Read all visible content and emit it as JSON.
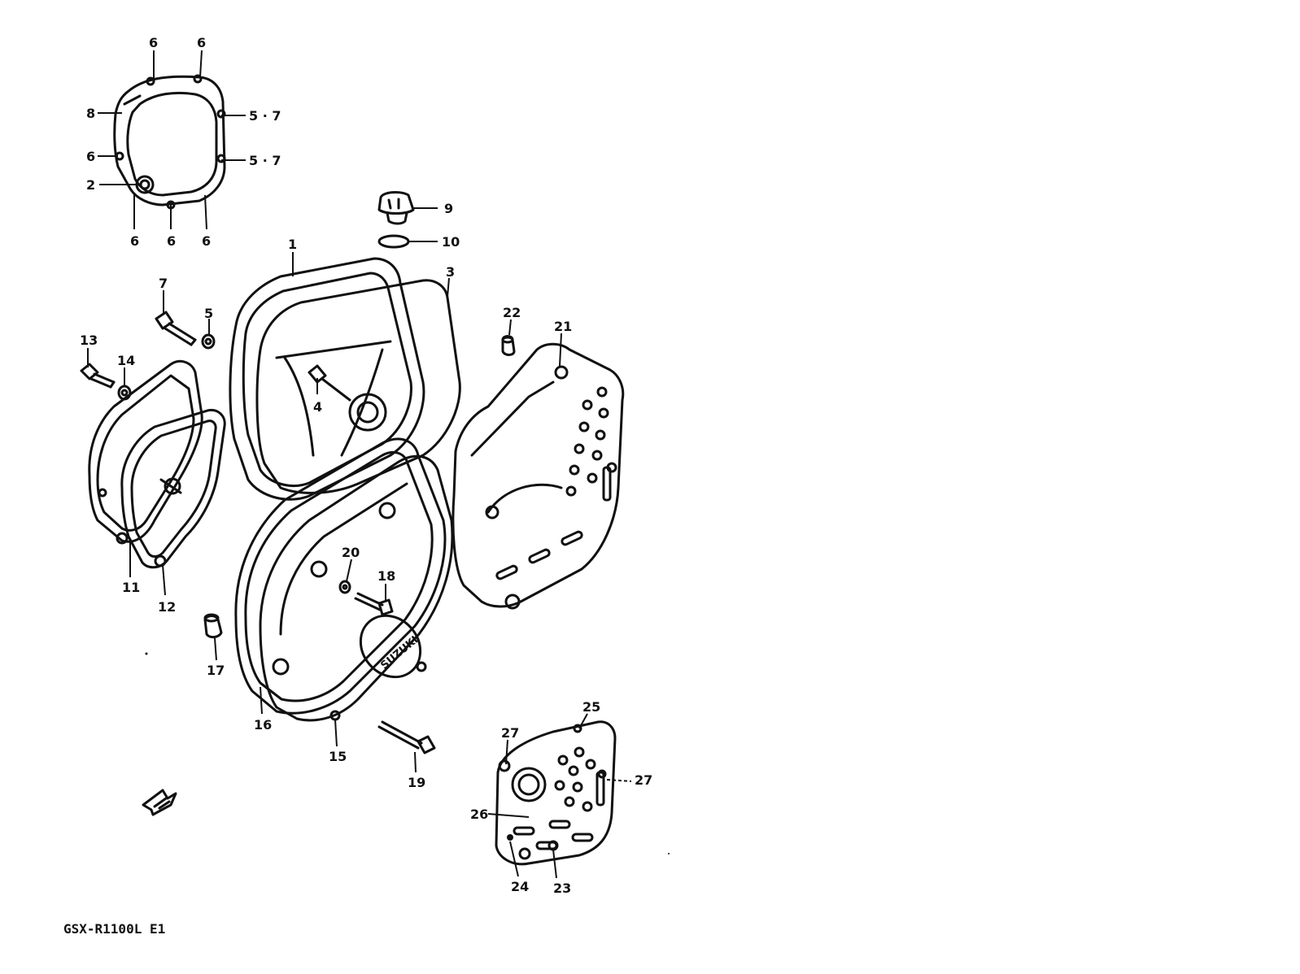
{
  "diagram": {
    "caption": "GSX-R1100L E1",
    "callouts": {
      "c1": "1",
      "c2": "2",
      "c3": "3",
      "c4": "4",
      "c5": "5",
      "c6a": "6",
      "c6b": "6",
      "c6c": "6",
      "c6d": "6",
      "c6e": "6",
      "c6f": "6",
      "c57a": "5 · 7",
      "c57b": "5 · 7",
      "c7": "7",
      "c8": "8",
      "c9": "9",
      "c10": "10",
      "c11": "11",
      "c12": "12",
      "c13": "13",
      "c14": "14",
      "c15": "15",
      "c16": "16",
      "c17": "17",
      "c18": "18",
      "c19": "19",
      "c20": "20",
      "c21": "21",
      "c22": "22",
      "c23": "23",
      "c24": "24",
      "c25": "25",
      "c26": "26",
      "c27a": "27",
      "c27b": "27"
    },
    "cover_logo": "SUZUKI"
  }
}
